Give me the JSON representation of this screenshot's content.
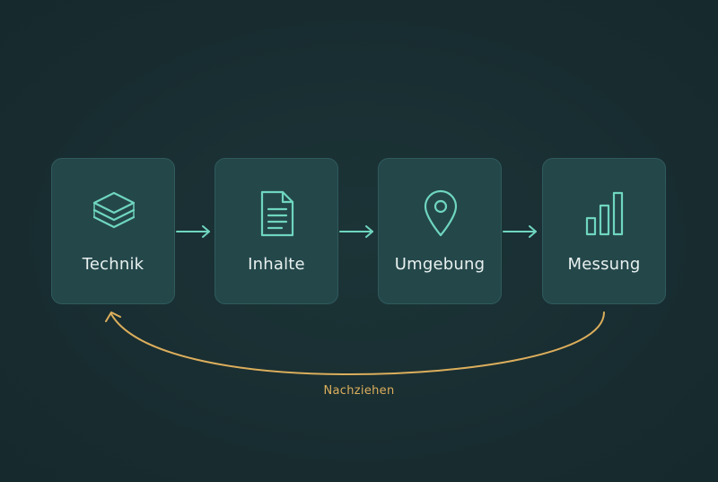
{
  "diagram": {
    "steps": [
      {
        "label": "Technik",
        "icon": "layers-icon"
      },
      {
        "label": "Inhalte",
        "icon": "document-icon"
      },
      {
        "label": "Umgebung",
        "icon": "location-pin-icon"
      },
      {
        "label": "Messung",
        "icon": "bar-chart-icon"
      }
    ],
    "loop_label": "Nachziehen"
  },
  "colors": {
    "background": "#1a2f33",
    "box_fill": "#24474a",
    "box_border": "#2f5a5c",
    "accent_teal": "#6fd6bf",
    "loop_accent": "#dcae5c",
    "label_text": "#e8f1ef"
  }
}
